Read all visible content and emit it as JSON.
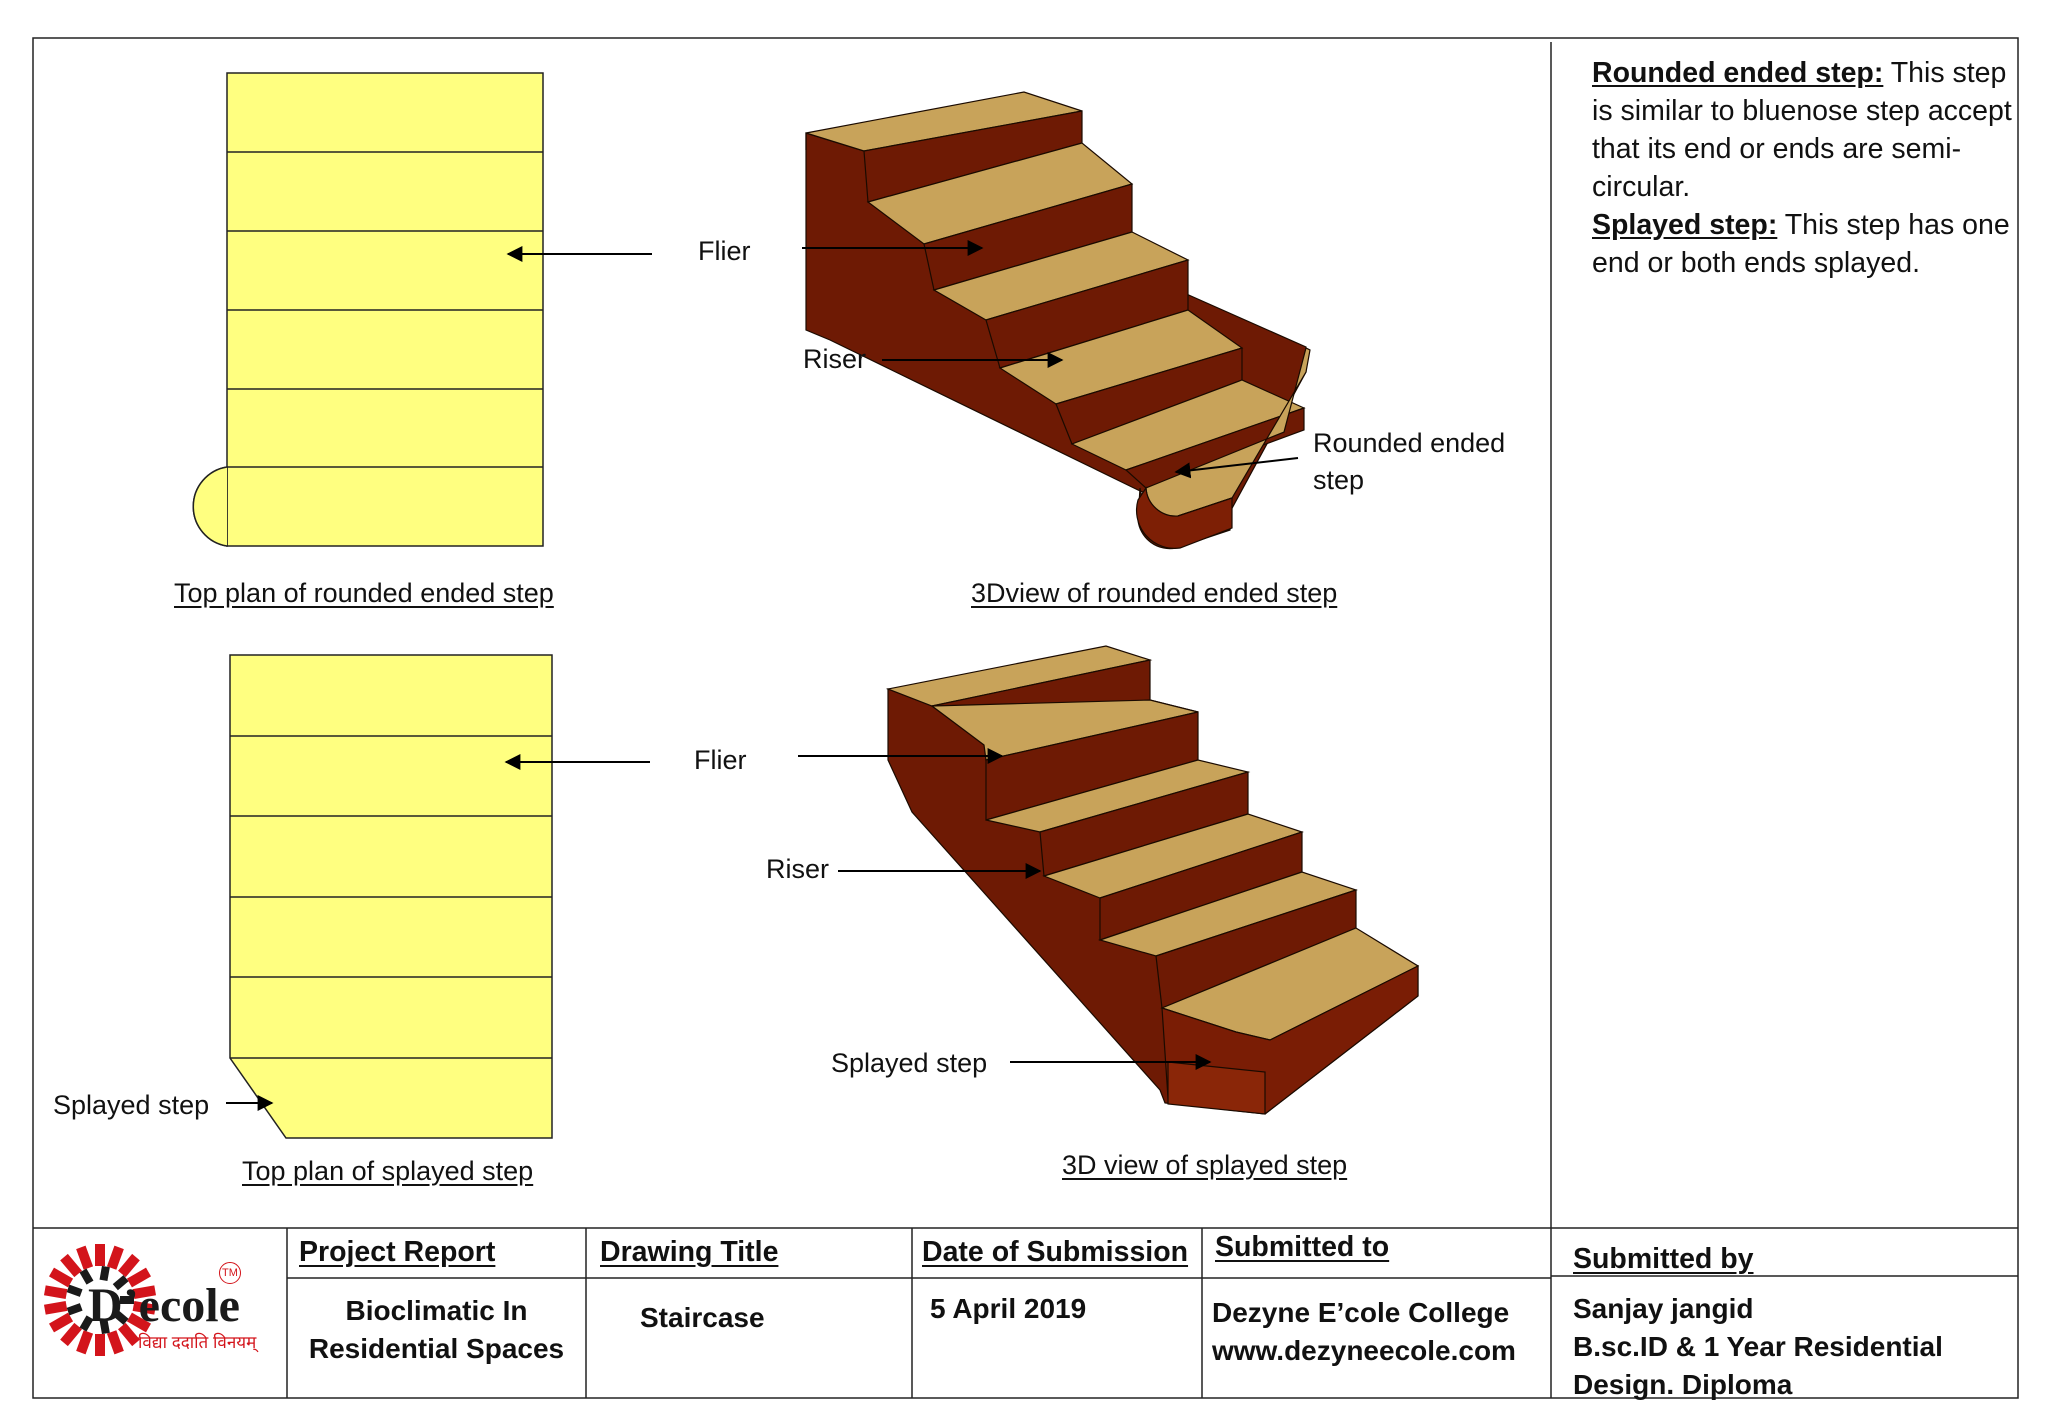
{
  "labels": {
    "flier_top": "Flier",
    "riser_top": "Riser",
    "rounded_ended_step_line1": "Rounded ended",
    "rounded_ended_step_line2": "step",
    "flier_bottom": "Flier",
    "riser_bottom": "Riser",
    "splayed_step_3d": "Splayed step",
    "splayed_step_plan": "Splayed step"
  },
  "captions": {
    "top_plan_rounded": "Top plan of rounded ended step",
    "view_3d_rounded": "3Dview of rounded ended step",
    "top_plan_splayed": "Top plan of splayed step",
    "view_3d_splayed": "3D view of splayed step"
  },
  "description": {
    "rounded_title": "Rounded ended step:",
    "rounded_text": " This step is similar to bluenose step accept that its  end or ends are semi- circular.",
    "splayed_title": "Splayed step:",
    "splayed_text": " This step has one end or both ends splayed."
  },
  "title_block": {
    "project_report_label": "Project Report",
    "project_report_line1": "Bioclimatic In",
    "project_report_line2": "Residential Spaces",
    "drawing_title_label": "Drawing Title",
    "drawing_title_value": "Staircase",
    "date_label": "Date of Submission",
    "date_value": "5 April 2019",
    "submitted_to_label": "Submitted to",
    "submitted_to_line1": "Dezyne E’cole College",
    "submitted_to_line2": "www.dezyneecole.com",
    "submitted_by_label": "Submitted by",
    "submitted_by_line1": "Sanjay jangid",
    "submitted_by_line2": "B.sc.ID & 1 Year Residential",
    "submitted_by_line3": "Design. Diploma"
  },
  "logo": {
    "word": "D’ecole",
    "tagline": "विद्या ददाति विनयम्",
    "tm": "TM"
  },
  "colors": {
    "plan_fill": "#ffff80",
    "tread": "#c8a35a",
    "riser": "#6e1a04",
    "riser_shadow": "#5a1200",
    "logo_red": "#d3141b"
  }
}
